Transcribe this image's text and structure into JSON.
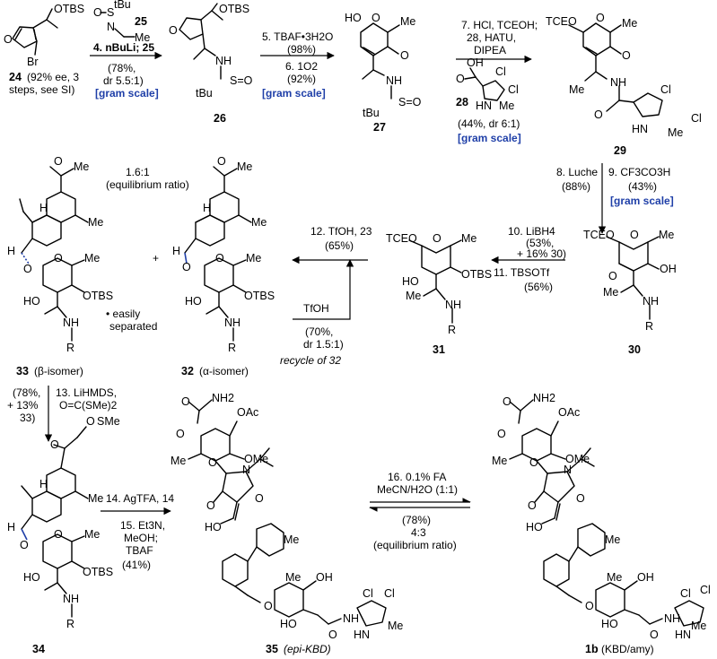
{
  "compounds": {
    "c24": "24",
    "c24_note1": "(92% ee, 3",
    "c24_note2": "steps, see SI)",
    "c26": "26",
    "c27": "27",
    "c29": "29",
    "c30": "30",
    "c31": "31",
    "c32": "32",
    "c32_name": "(α-isomer)",
    "c33": "33",
    "c33_name": "(β-isomer)",
    "c34": "34",
    "c35": "35",
    "c35_name": "(epi-KBD)",
    "c1b": "1b",
    "c1b_name": "(KBD/amy)",
    "c28": "28"
  },
  "steps": {
    "s4": "4. nBuLi; 25",
    "s4_yield": "(78%,",
    "s4_dr": "dr 5.5:1)",
    "s4_gram": "[gram scale]",
    "s5": "5. TBAF•3H2O",
    "s5_yield": "(98%)",
    "s6": "6. 1O2",
    "s6_yield": "(92%)",
    "s6_gram": "[gram scale]",
    "s7": "7. HCl, TCEOH;",
    "s7_b": "28, HATU,",
    "s7_c": "DIPEA",
    "s7_yield": "(44%, dr 6:1)",
    "s7_gram": "[gram scale]",
    "s8": "8. Luche",
    "s8_yield": "(88%)",
    "s9": "9. CF3CO3H",
    "s9_yield": "(43%)",
    "s9_gram": "[gram scale]",
    "s10": "10. LiBH4",
    "s10_yield": "(53%,",
    "s10_yield2": "+ 16% 30)",
    "s11": "11. TBSOTf",
    "s11_yield": "(56%)",
    "s12": "12. TfOH, 23",
    "s12_yield": "(65%)",
    "recycle_reagent": "TfOH",
    "recycle_yield": "(70%,",
    "recycle_dr": "dr 1.5:1)",
    "recycle_note": "recycle of 32",
    "ratio_33_32": "1.6:1",
    "ratio_note": "(equilibrium ratio)",
    "plus": "+",
    "separated_1": "• easily",
    "separated_2": "separated",
    "s13_yield": "(78%,",
    "s13_yield2": "+ 13%",
    "s13_yield3": "33)",
    "s13": "13. LiHMDS,",
    "s13_b": "O=C(SMe)2",
    "s14": "14. AgTFA, 14",
    "s15": "15. Et3N,",
    "s15_b": "MeOH;",
    "s15_c": "TBAF",
    "s15_yield": "(41%)",
    "s16": "16. 0.1% FA",
    "s16_b": "MeCN/H2O (1:1)",
    "s16_yield": "(78%)",
    "s16_ratio": "4:3",
    "s16_note": "(equilibrium ratio)"
  },
  "atoms": {
    "OTBS": "OTBS",
    "Br": "Br",
    "NH": "NH",
    "N": "N",
    "S": "S",
    "O": "O",
    "SO": "S=O",
    "tBu": "tBu",
    "HO": "HO",
    "Me": "Me",
    "TCEO": "TCEO",
    "Cl": "Cl",
    "HN": "HN",
    "OH": "OH",
    "H": "H",
    "R": "R",
    "OAc": "OAc",
    "OMe": "OMe",
    "NH2": "NH2",
    "SMe": "SMe"
  }
}
